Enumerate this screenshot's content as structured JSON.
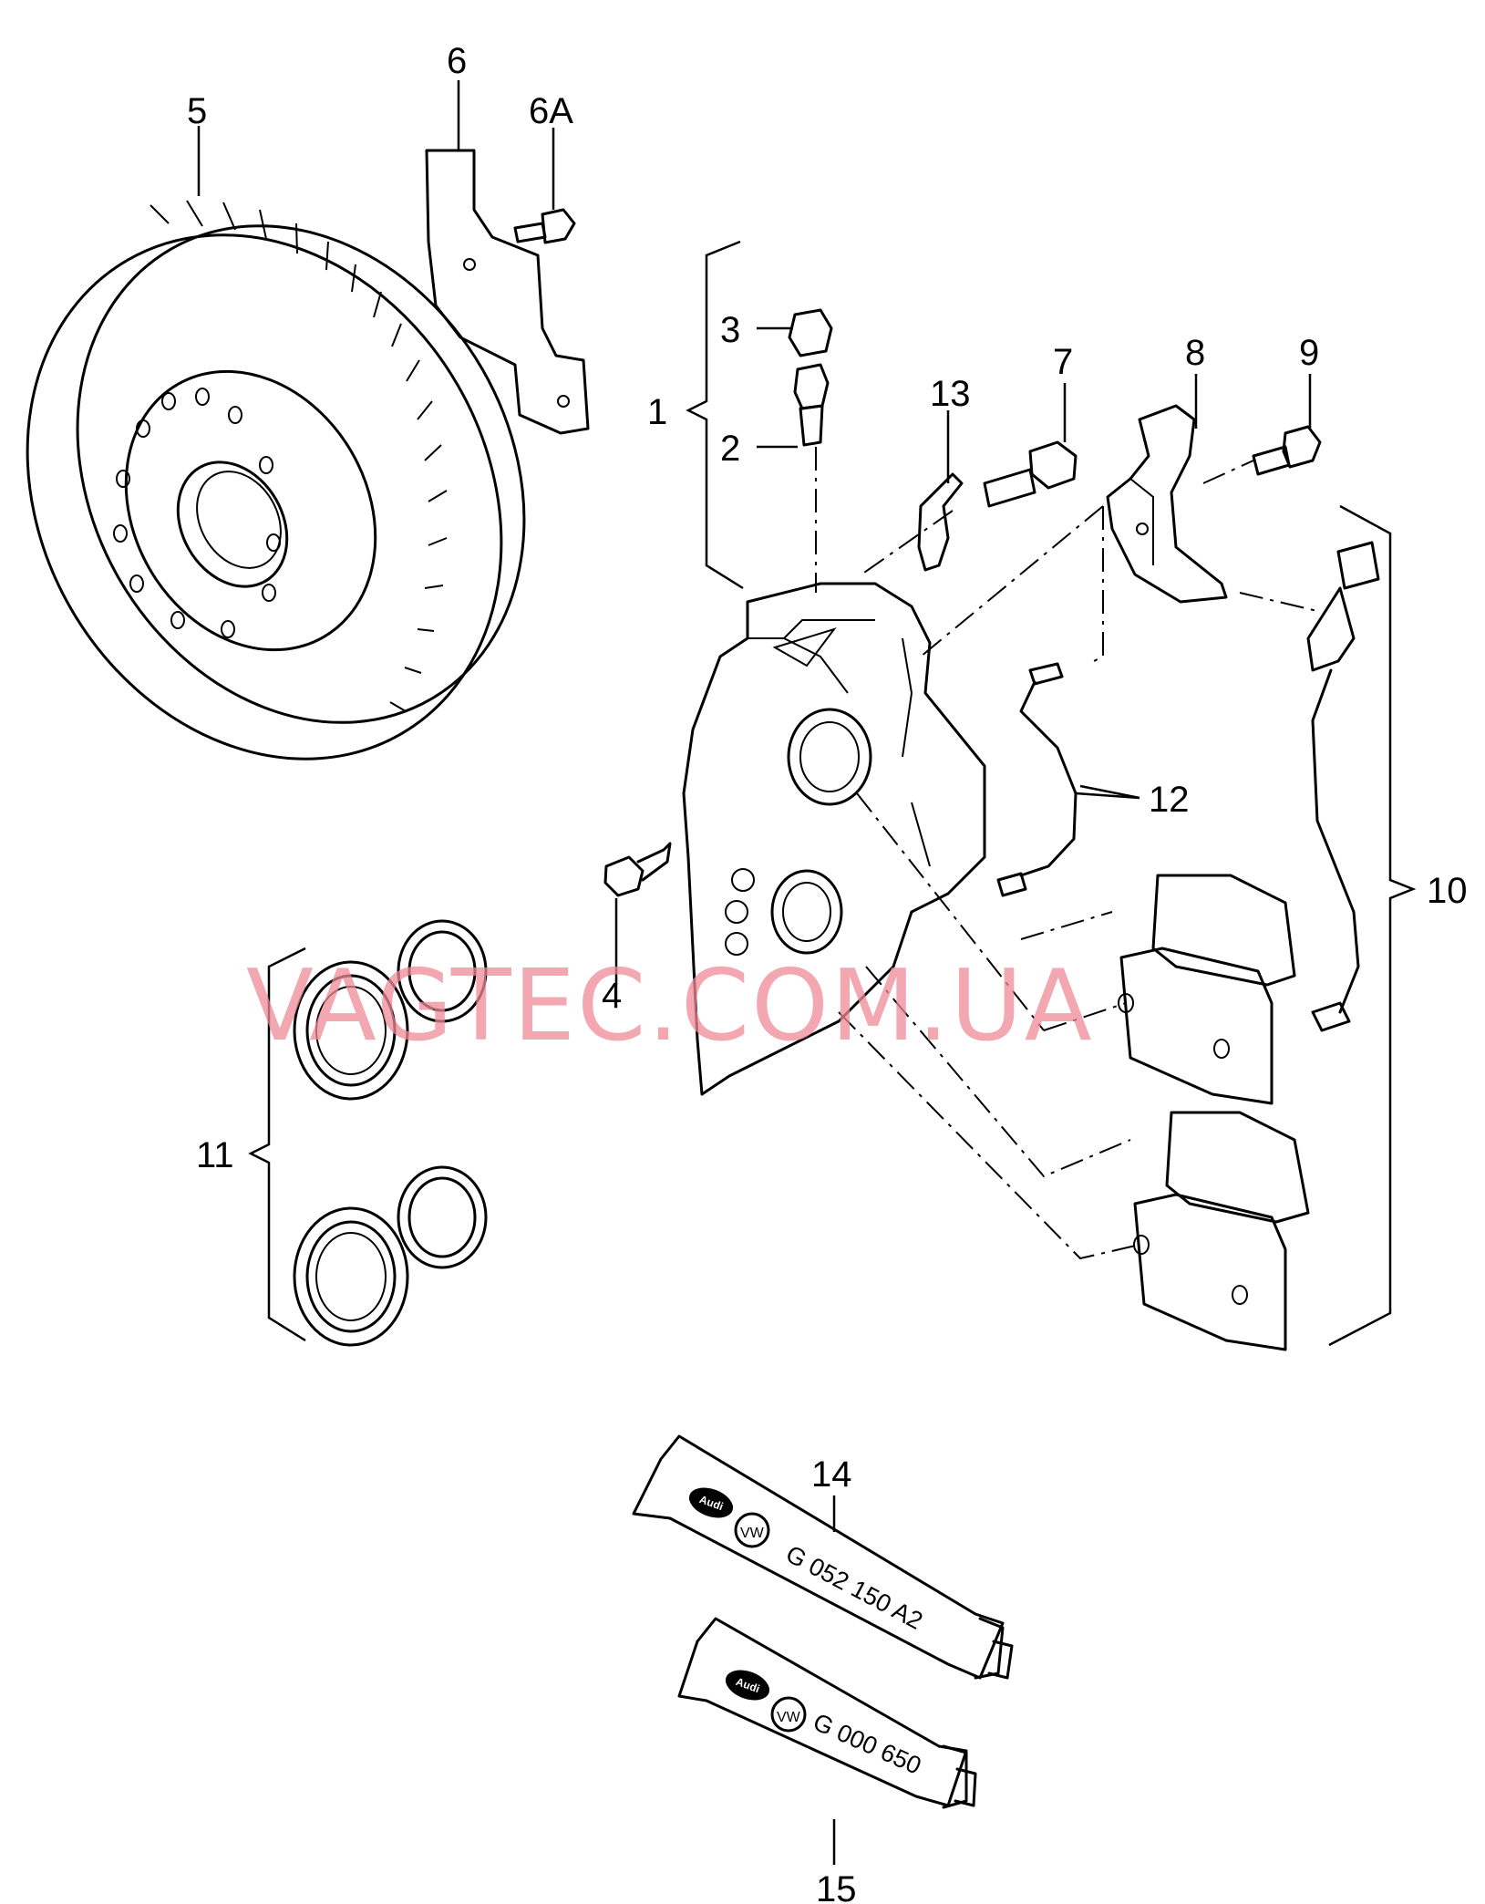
{
  "watermark": "VAGTEC.COM.UA",
  "callouts": {
    "c1": "1",
    "c2": "2",
    "c3": "3",
    "c4": "4",
    "c5": "5",
    "c6": "6",
    "c6a": "6A",
    "c7": "7",
    "c8": "8",
    "c9": "9",
    "c10": "10",
    "c11": "11",
    "c12": "12",
    "c13": "13",
    "c14": "14",
    "c15": "15"
  },
  "tubes": {
    "t14": "G 052 150 A2",
    "t15": "G 000 650"
  },
  "logos": {
    "audi": "Audi",
    "vw": "VW"
  },
  "icons": {
    "disc": "brake-disc-icon",
    "caliper": "caliper-icon",
    "pad": "brake-pad-icon",
    "seal": "seal-ring-icon",
    "tube": "grease-tube-icon"
  }
}
